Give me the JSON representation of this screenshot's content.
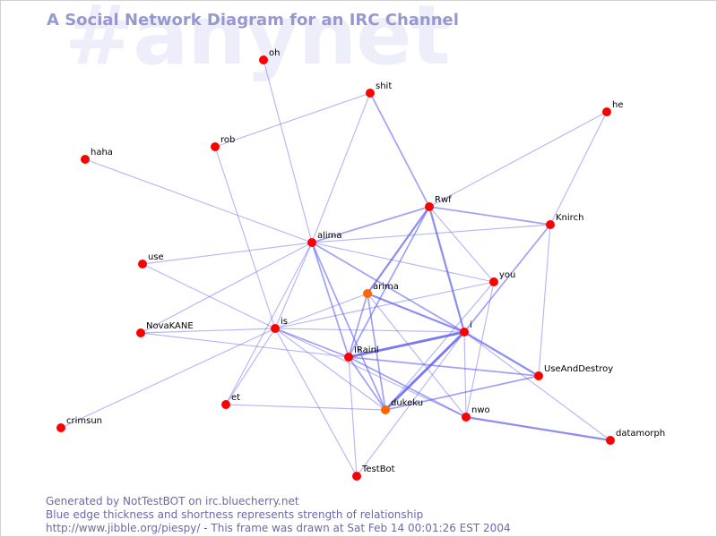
{
  "watermark_text": "#anynet",
  "title": "A Social Network Diagram for an IRC Channel",
  "footer": {
    "line1": "Generated by NotTestBOT on irc.bluecherry.net",
    "line2": "Blue edge thickness and shortness represents strength of relationship",
    "line3": "http://www.jibble.org/piespy/ - This frame was drawn at Sat Feb 14 00:01:26 EST 2004"
  },
  "colors": {
    "node": "#ff0000",
    "node_recent": "#ff6600",
    "edge": "#6666ee",
    "title": "#9898d0",
    "watermark": "#eeeefb",
    "footer": "#6a6aa8"
  },
  "nodes": [
    {
      "id": "oh",
      "label": "oh"
    },
    {
      "id": "shit",
      "label": "shit"
    },
    {
      "id": "he",
      "label": "he"
    },
    {
      "id": "rob",
      "label": "rob"
    },
    {
      "id": "haha",
      "label": "haha"
    },
    {
      "id": "Rwf",
      "label": "Rwf"
    },
    {
      "id": "Knirch",
      "label": "Knirch"
    },
    {
      "id": "alima",
      "label": "alima"
    },
    {
      "id": "use",
      "label": "use"
    },
    {
      "id": "you",
      "label": "you"
    },
    {
      "id": "arima",
      "label": "arima",
      "recent": true
    },
    {
      "id": "NovaKANE",
      "label": "NovaKANE"
    },
    {
      "id": "is",
      "label": "is"
    },
    {
      "id": "i",
      "label": "i"
    },
    {
      "id": "IRainl",
      "label": "IRainl"
    },
    {
      "id": "UseAndDestroy",
      "label": "UseAndDestroy"
    },
    {
      "id": "et",
      "label": "et"
    },
    {
      "id": "dukeku",
      "label": "dukeku",
      "recent": true
    },
    {
      "id": "nwo",
      "label": "nwo"
    },
    {
      "id": "crimsun",
      "label": "crimsun"
    },
    {
      "id": "datamorph",
      "label": "datamorph"
    },
    {
      "id": "TestBot",
      "label": "TestBot"
    }
  ],
  "edges": [
    {
      "source": "oh",
      "target": "alima",
      "weight": 1
    },
    {
      "source": "shit",
      "target": "rob",
      "weight": 1
    },
    {
      "source": "shit",
      "target": "alima",
      "weight": 1
    },
    {
      "source": "shit",
      "target": "Rwf",
      "weight": 2
    },
    {
      "source": "he",
      "target": "Rwf",
      "weight": 1
    },
    {
      "source": "he",
      "target": "Knirch",
      "weight": 1
    },
    {
      "source": "rob",
      "target": "is",
      "weight": 1
    },
    {
      "source": "haha",
      "target": "alima",
      "weight": 1
    },
    {
      "source": "Rwf",
      "target": "Knirch",
      "weight": 2
    },
    {
      "source": "Rwf",
      "target": "alima",
      "weight": 2
    },
    {
      "source": "Rwf",
      "target": "arima",
      "weight": 3
    },
    {
      "source": "Rwf",
      "target": "i",
      "weight": 3
    },
    {
      "source": "Rwf",
      "target": "you",
      "weight": 1
    },
    {
      "source": "Rwf",
      "target": "IRainl",
      "weight": 2
    },
    {
      "source": "Knirch",
      "target": "alima",
      "weight": 1
    },
    {
      "source": "Knirch",
      "target": "UseAndDestroy",
      "weight": 1
    },
    {
      "source": "Knirch",
      "target": "i",
      "weight": 2
    },
    {
      "source": "alima",
      "target": "use",
      "weight": 1
    },
    {
      "source": "alima",
      "target": "you",
      "weight": 1
    },
    {
      "source": "alima",
      "target": "NovaKANE",
      "weight": 1
    },
    {
      "source": "alima",
      "target": "is",
      "weight": 1
    },
    {
      "source": "alima",
      "target": "IRainl",
      "weight": 2
    },
    {
      "source": "alima",
      "target": "i",
      "weight": 2
    },
    {
      "source": "alima",
      "target": "dukeku",
      "weight": 2
    },
    {
      "source": "alima",
      "target": "et",
      "weight": 1
    },
    {
      "source": "you",
      "target": "is",
      "weight": 1
    },
    {
      "source": "you",
      "target": "nwo",
      "weight": 1
    },
    {
      "source": "you",
      "target": "dukeku",
      "weight": 1
    },
    {
      "source": "arima",
      "target": "is",
      "weight": 1
    },
    {
      "source": "arima",
      "target": "i",
      "weight": 3
    },
    {
      "source": "arima",
      "target": "IRainl",
      "weight": 2
    },
    {
      "source": "arima",
      "target": "dukeku",
      "weight": 2
    },
    {
      "source": "arima",
      "target": "nwo",
      "weight": 1
    },
    {
      "source": "use",
      "target": "is",
      "weight": 1
    },
    {
      "source": "NovaKANE",
      "target": "is",
      "weight": 1
    },
    {
      "source": "NovaKANE",
      "target": "IRainl",
      "weight": 1
    },
    {
      "source": "is",
      "target": "crimsun",
      "weight": 1
    },
    {
      "source": "is",
      "target": "IRainl",
      "weight": 2
    },
    {
      "source": "is",
      "target": "dukeku",
      "weight": 1
    },
    {
      "source": "is",
      "target": "nwo",
      "weight": 1
    },
    {
      "source": "is",
      "target": "TestBot",
      "weight": 1
    },
    {
      "source": "is",
      "target": "et",
      "weight": 1
    },
    {
      "source": "is",
      "target": "i",
      "weight": 1
    },
    {
      "source": "i",
      "target": "IRainl",
      "weight": 4
    },
    {
      "source": "i",
      "target": "dukeku",
      "weight": 4
    },
    {
      "source": "i",
      "target": "UseAndDestroy",
      "weight": 3
    },
    {
      "source": "i",
      "target": "nwo",
      "weight": 1
    },
    {
      "source": "i",
      "target": "datamorph",
      "weight": 1
    },
    {
      "source": "i",
      "target": "TestBot",
      "weight": 1
    },
    {
      "source": "IRainl",
      "target": "UseAndDestroy",
      "weight": 2
    },
    {
      "source": "IRainl",
      "target": "dukeku",
      "weight": 2
    },
    {
      "source": "IRainl",
      "target": "nwo",
      "weight": 2
    },
    {
      "source": "IRainl",
      "target": "TestBot",
      "weight": 1
    },
    {
      "source": "dukeku",
      "target": "UseAndDestroy",
      "weight": 2
    },
    {
      "source": "dukeku",
      "target": "et",
      "weight": 1
    },
    {
      "source": "nwo",
      "target": "datamorph",
      "weight": 3
    }
  ]
}
